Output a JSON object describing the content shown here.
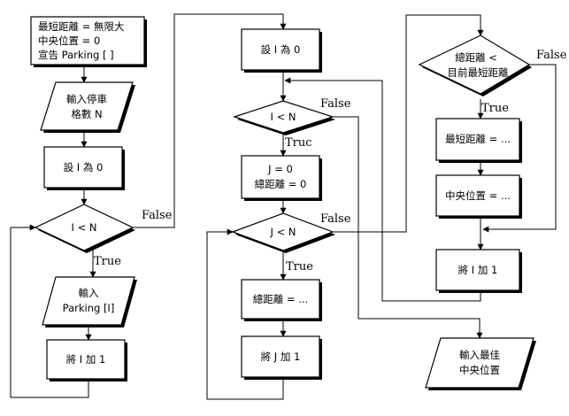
{
  "nodes": {
    "init": [
      "最短距離 = 無限大",
      "中央位置 = 0",
      "宣告 Parking [ ]"
    ],
    "input_n": [
      "輸入停車",
      "格數 N"
    ],
    "set_i_0_a": [
      "設 I 為 0"
    ],
    "cond_i_lt_n_a": [
      "I < N"
    ],
    "input_parking": [
      "輸入",
      "Parking [I]"
    ],
    "inc_i_a": [
      "將 I 加 1"
    ],
    "set_i_0_b": [
      "設 I 為 0"
    ],
    "cond_i_lt_n_b": [
      "I < N"
    ],
    "set_j_dist": [
      "J = 0",
      "總距離 = 0"
    ],
    "cond_j_lt_n": [
      "J < N"
    ],
    "total_dist": [
      "總距離 = ..."
    ],
    "inc_j": [
      "將 J 加 1"
    ],
    "cond_compare": [
      "總距離  <",
      "目前最短距離"
    ],
    "min_dist": [
      "最短距離 = ..."
    ],
    "center_pos": [
      "中央位置 = ..."
    ],
    "inc_i_b": [
      "將 I 加 1"
    ],
    "output": [
      "輸入最佳",
      "中央位置"
    ]
  },
  "edge_labels": {
    "a_false": "False",
    "a_true": "True",
    "b_false": "False",
    "b_true": "Truc",
    "j_false": "False",
    "j_true": "True",
    "c_false": "False",
    "c_true": "True"
  }
}
